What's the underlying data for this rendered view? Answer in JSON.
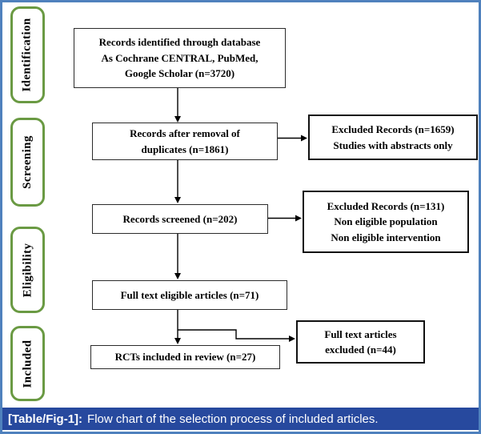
{
  "colors": {
    "outer_border": "#4f81bd",
    "stage_border": "#6a9a43",
    "caption_bg": "#27499e",
    "caption_text": "#ffffff",
    "box_border": "#2b2b2b"
  },
  "stages": [
    {
      "label": "Identification"
    },
    {
      "label": "Screening"
    },
    {
      "label": "Eligibility"
    },
    {
      "label": "Included"
    }
  ],
  "boxes": {
    "records_identified": {
      "text": "Records identified through database\nAs Cochrane CENTRAL, PubMed,\nGoogle Scholar (n=3720)"
    },
    "records_after_removal": {
      "text": "Records after removal of\nduplicates (n=1861)"
    },
    "excluded_abstracts": {
      "text": "Excluded Records (n=1659)\nStudies with abstracts only"
    },
    "records_screened": {
      "text": "Records screened (n=202)"
    },
    "excluded_population": {
      "text": "Excluded Records (n=131)\nNon eligible population\nNon eligible intervention"
    },
    "full_text_eligible": {
      "text": "Full text eligible articles (n=71)"
    },
    "rcts_included": {
      "text": "RCTs included in review (n=27)"
    },
    "full_text_excluded": {
      "text": "Full text articles\nexcluded (n=44)"
    }
  },
  "caption": {
    "label": "[Table/Fig-1]:",
    "text": "Flow chart of the selection process of included articles."
  }
}
